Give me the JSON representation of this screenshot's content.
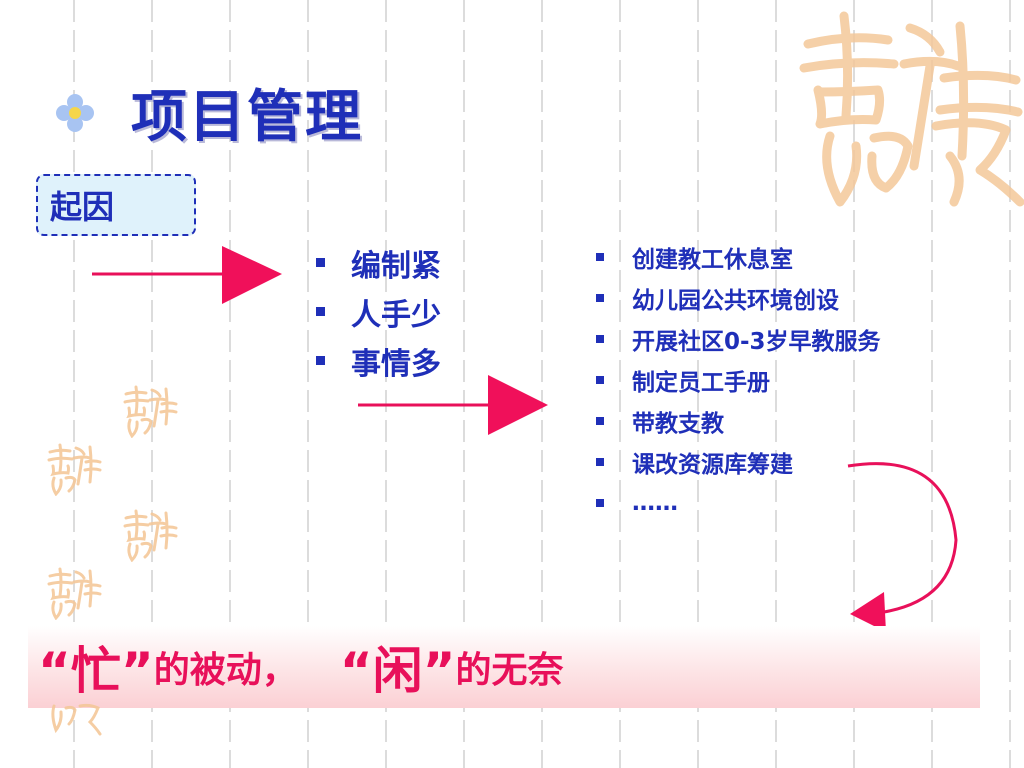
{
  "title": "项目管理",
  "cause_label": "起因",
  "reasons": [
    "编制紧",
    "人手少",
    "事情多"
  ],
  "initiatives": [
    "创建教工休息室",
    "幼儿园公共环境创设",
    "开展社区0-3岁早教服务",
    "制定员工手册",
    "带教支教",
    "课改资源库筹建",
    "……"
  ],
  "conclusion": {
    "busy": "“忙”",
    "busy_suffix": "的被动，",
    "idle": "“闲”",
    "idle_suffix": "的无奈"
  },
  "decoration_text": "吉祥如意",
  "colors": {
    "title": "#1f2fb8",
    "accent": "#e8105a",
    "box_fill": "#dff2fb",
    "banner": "#fbd0d4",
    "seal": "#f4c89a"
  }
}
